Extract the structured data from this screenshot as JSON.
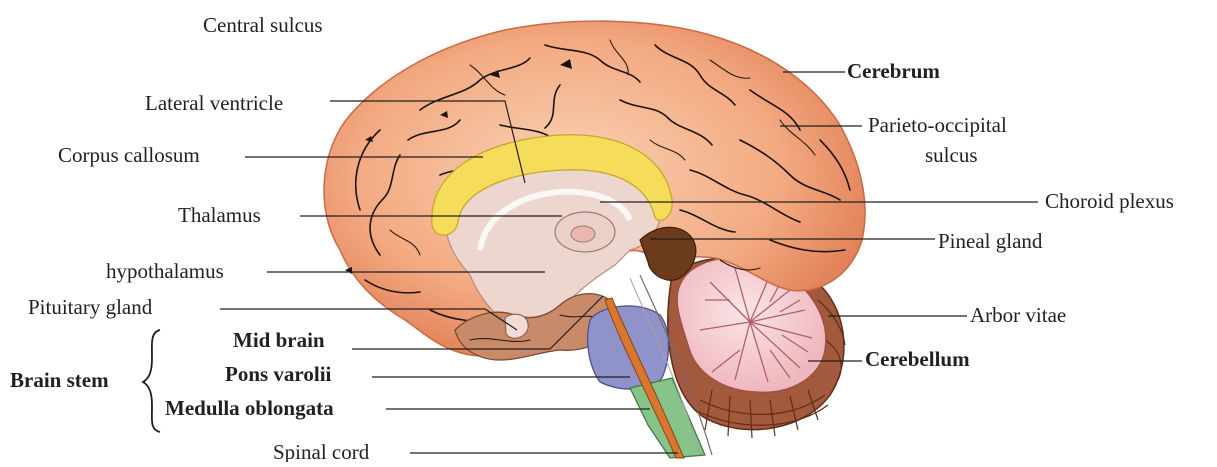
{
  "labels": {
    "central_sulcus": "Central sulcus",
    "cerebrum": "Cerebrum",
    "lateral_ventricle": "Lateral ventricle",
    "parieto_occipital_line1": "Parieto-occipital",
    "parieto_occipital_line2": "sulcus",
    "corpus_callosum": "Corpus callosum",
    "choroid_plexus": "Choroid plexus",
    "thalamus": "Thalamus",
    "pineal_gland": "Pineal gland",
    "hypothalamus": "hypothalamus",
    "pituitary_gland": "Pituitary gland",
    "arbor_vitae": "Arbor vitae",
    "mid_brain": "Mid brain",
    "cerebellum": "Cerebellum",
    "brain_stem": "Brain stem",
    "pons_varolii": "Pons varolii",
    "medulla_oblongata": "Medulla oblongata",
    "spinal_cord": "Spinal cord"
  },
  "colors": {
    "cortex": "#f2a27a",
    "cortex_light": "#f8c9a8",
    "cortex_edge": "#d9794f",
    "corpus_callosum": "#f5dc5a",
    "inner_tissue": "#ead4cc",
    "midbrain": "#c98a6a",
    "pons": "#8f93c9",
    "medulla": "#86c48a",
    "cerebellum_outer": "#a2583d",
    "arbor_vitae": "#f6d3d7",
    "pineal": "#6b3b1c",
    "spinal_canal": "#d9762f"
  }
}
